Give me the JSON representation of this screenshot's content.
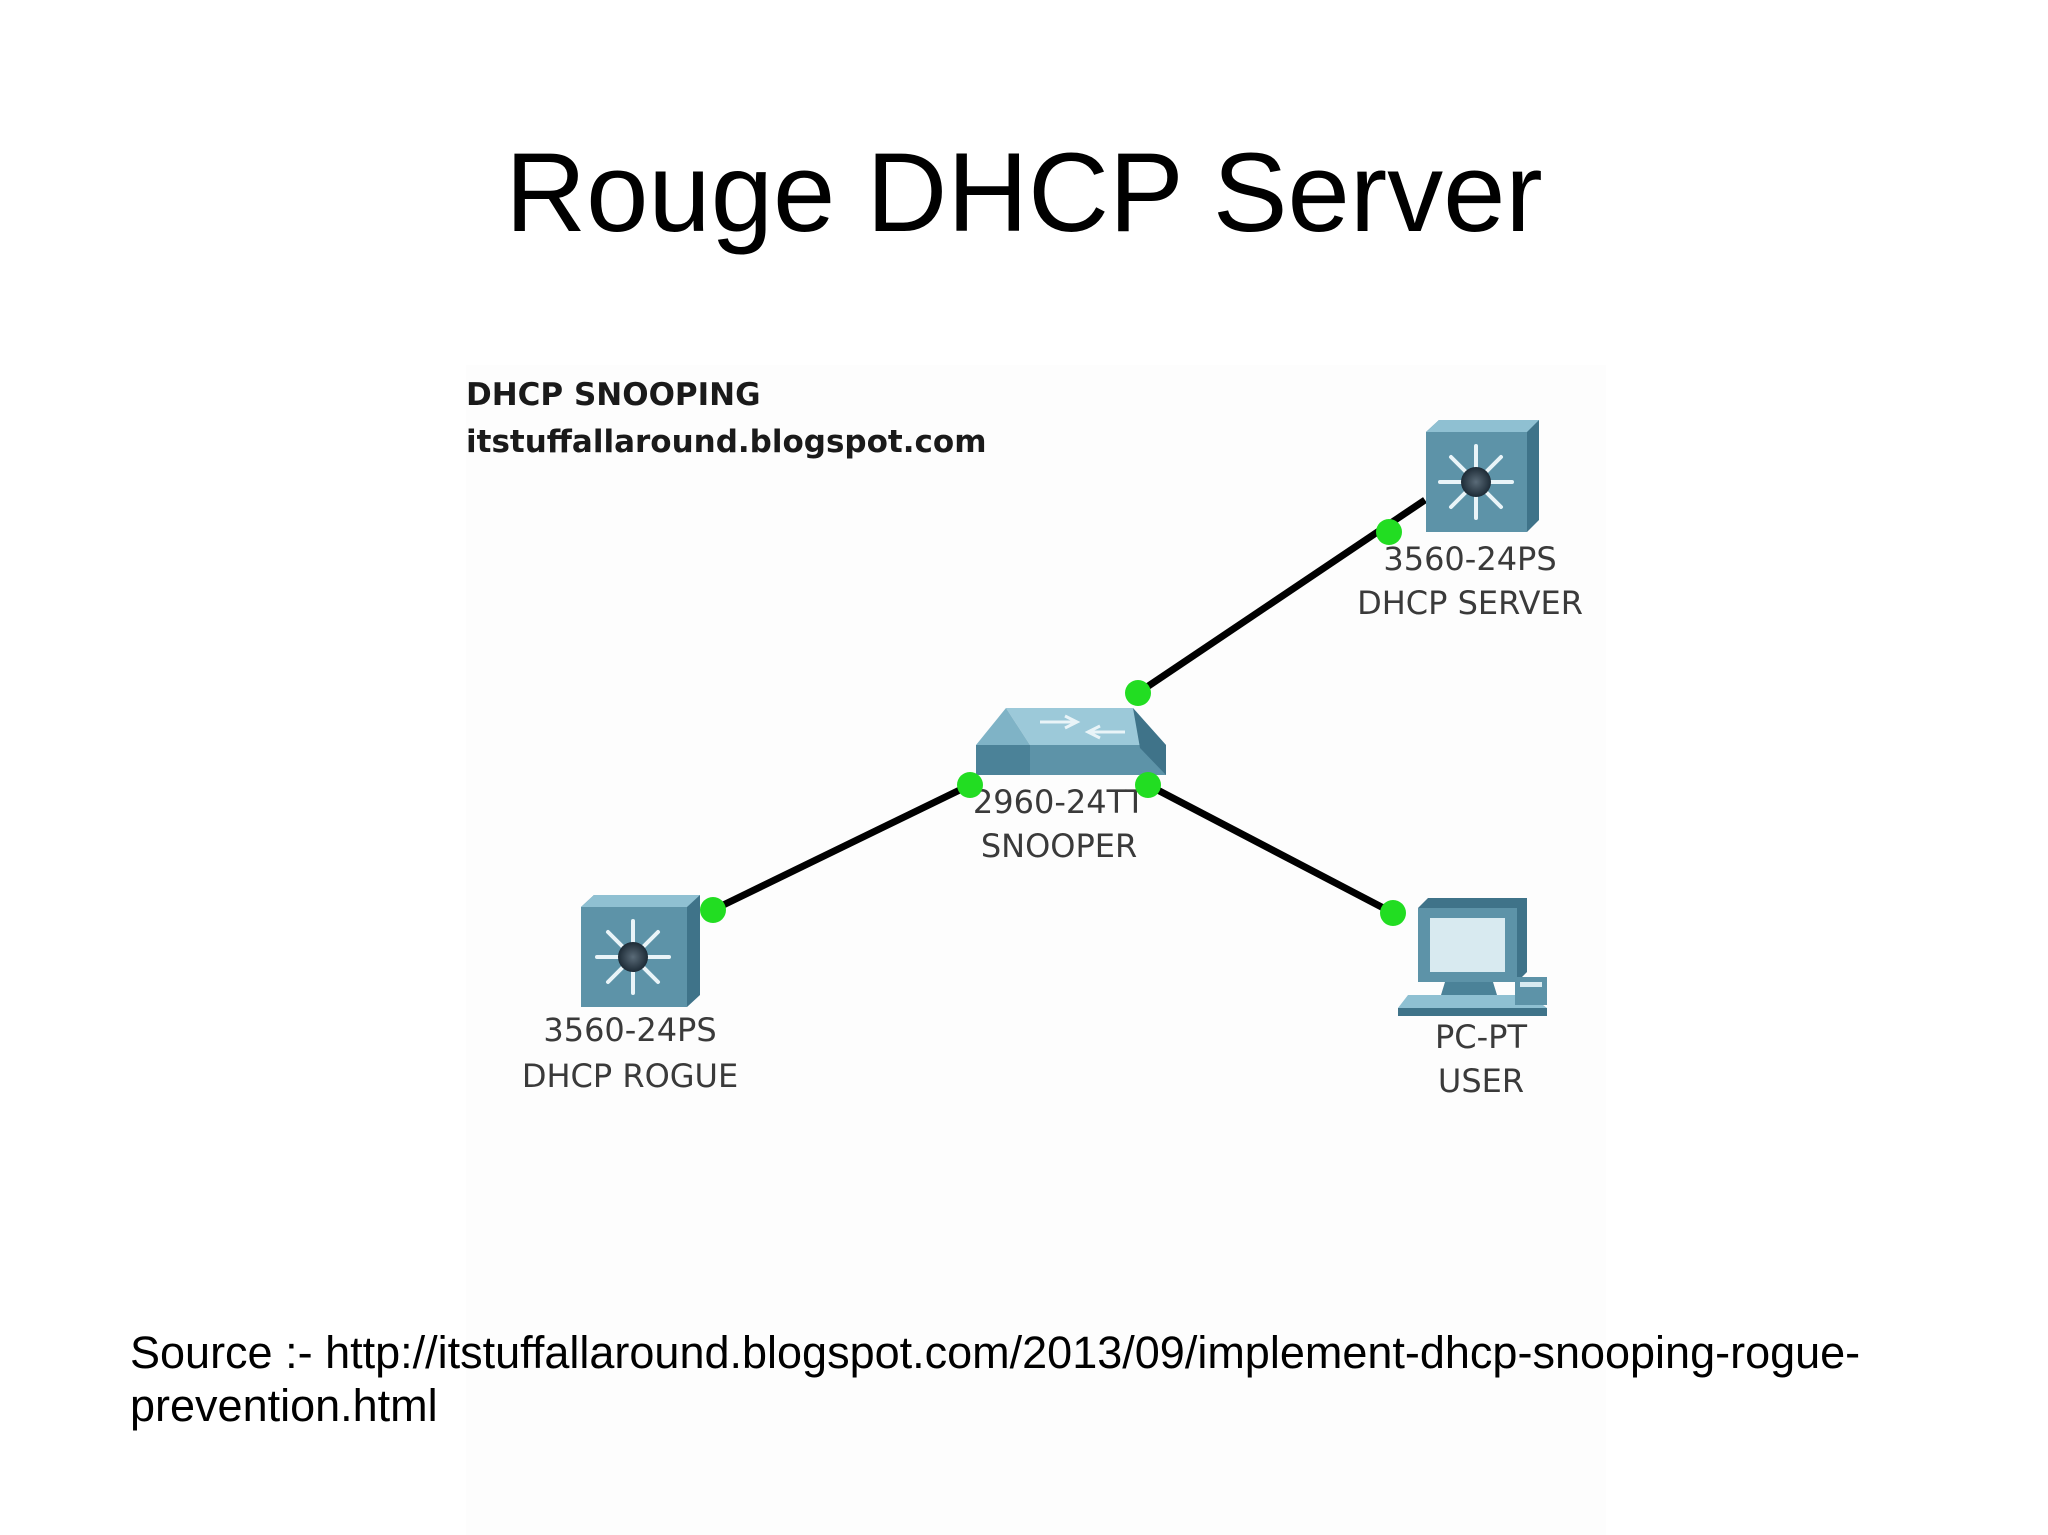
{
  "slide": {
    "title": "Rouge DHCP Server",
    "source_note": "Source :- http://itstuffallaround.blogspot.com/2013/09/implement-dhcp-snooping-rogue-prevention.html"
  },
  "diagram": {
    "header": {
      "line1": "DHCP SNOOPING",
      "line2": "itstuffallaround.blogspot.com"
    },
    "nodes": {
      "dhcp_server": {
        "model": "3560-24PS",
        "name": "DHCP SERVER",
        "icon": "multilayer-switch-icon"
      },
      "snooper": {
        "model": "2960-24TT",
        "name": "SNOOPER",
        "icon": "workgroup-switch-icon"
      },
      "dhcp_rogue": {
        "model": "3560-24PS",
        "name": "DHCP ROGUE",
        "icon": "multilayer-switch-icon"
      },
      "user": {
        "model": "PC-PT",
        "name": "USER",
        "icon": "pc-icon"
      }
    },
    "links": [
      {
        "from": "snooper",
        "to": "dhcp_server"
      },
      {
        "from": "snooper",
        "to": "dhcp_rogue"
      },
      {
        "from": "snooper",
        "to": "user"
      }
    ],
    "colors": {
      "link": "#000000",
      "port_up": "#22dd22",
      "device_face": "#5d93a8",
      "device_top": "#8fc0d2",
      "device_side": "#3f7389"
    }
  }
}
